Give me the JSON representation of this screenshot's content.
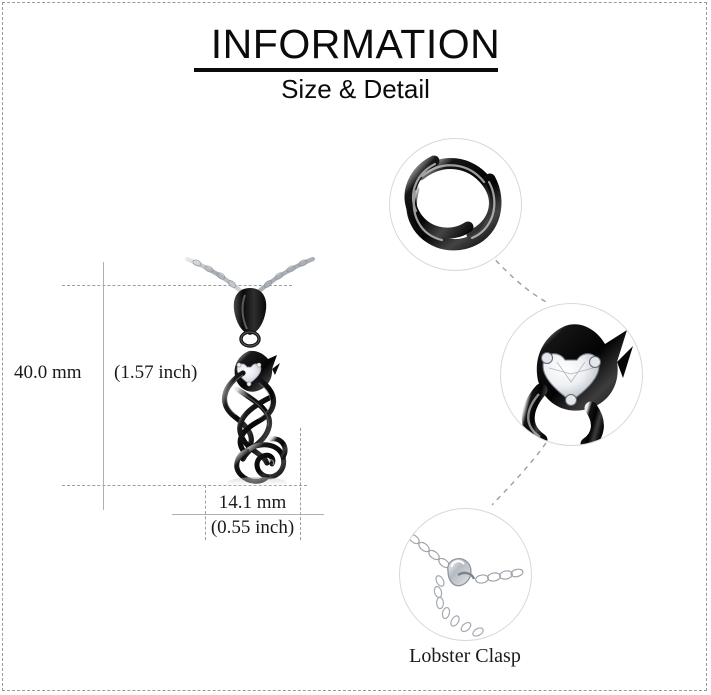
{
  "header": {
    "title": "INFORMATION",
    "subtitle": "Size & Detail"
  },
  "measurements": {
    "height_mm": "40.0 mm",
    "height_inch": "(1.57 inch)",
    "width_mm": "14.1 mm",
    "width_inch": "(0.55 inch)"
  },
  "details": {
    "clasp_caption": "Lobster  Clasp"
  },
  "icons": {
    "pendant": "celtic-knot-cat-pendant-necklace",
    "bubble_knot": "celtic-knot-weave-closeup",
    "bubble_cat": "cat-head-heart-gemstone-closeup",
    "bubble_clasp": "lobster-clasp-chain-closeup"
  },
  "colors": {
    "background": "#ffffff",
    "text": "#0b0b0b",
    "guide_line": "#9e9e9e",
    "frame": "#9a9a9a",
    "metal_dark": "#141414",
    "metal_silver": "#c9ccd1"
  }
}
